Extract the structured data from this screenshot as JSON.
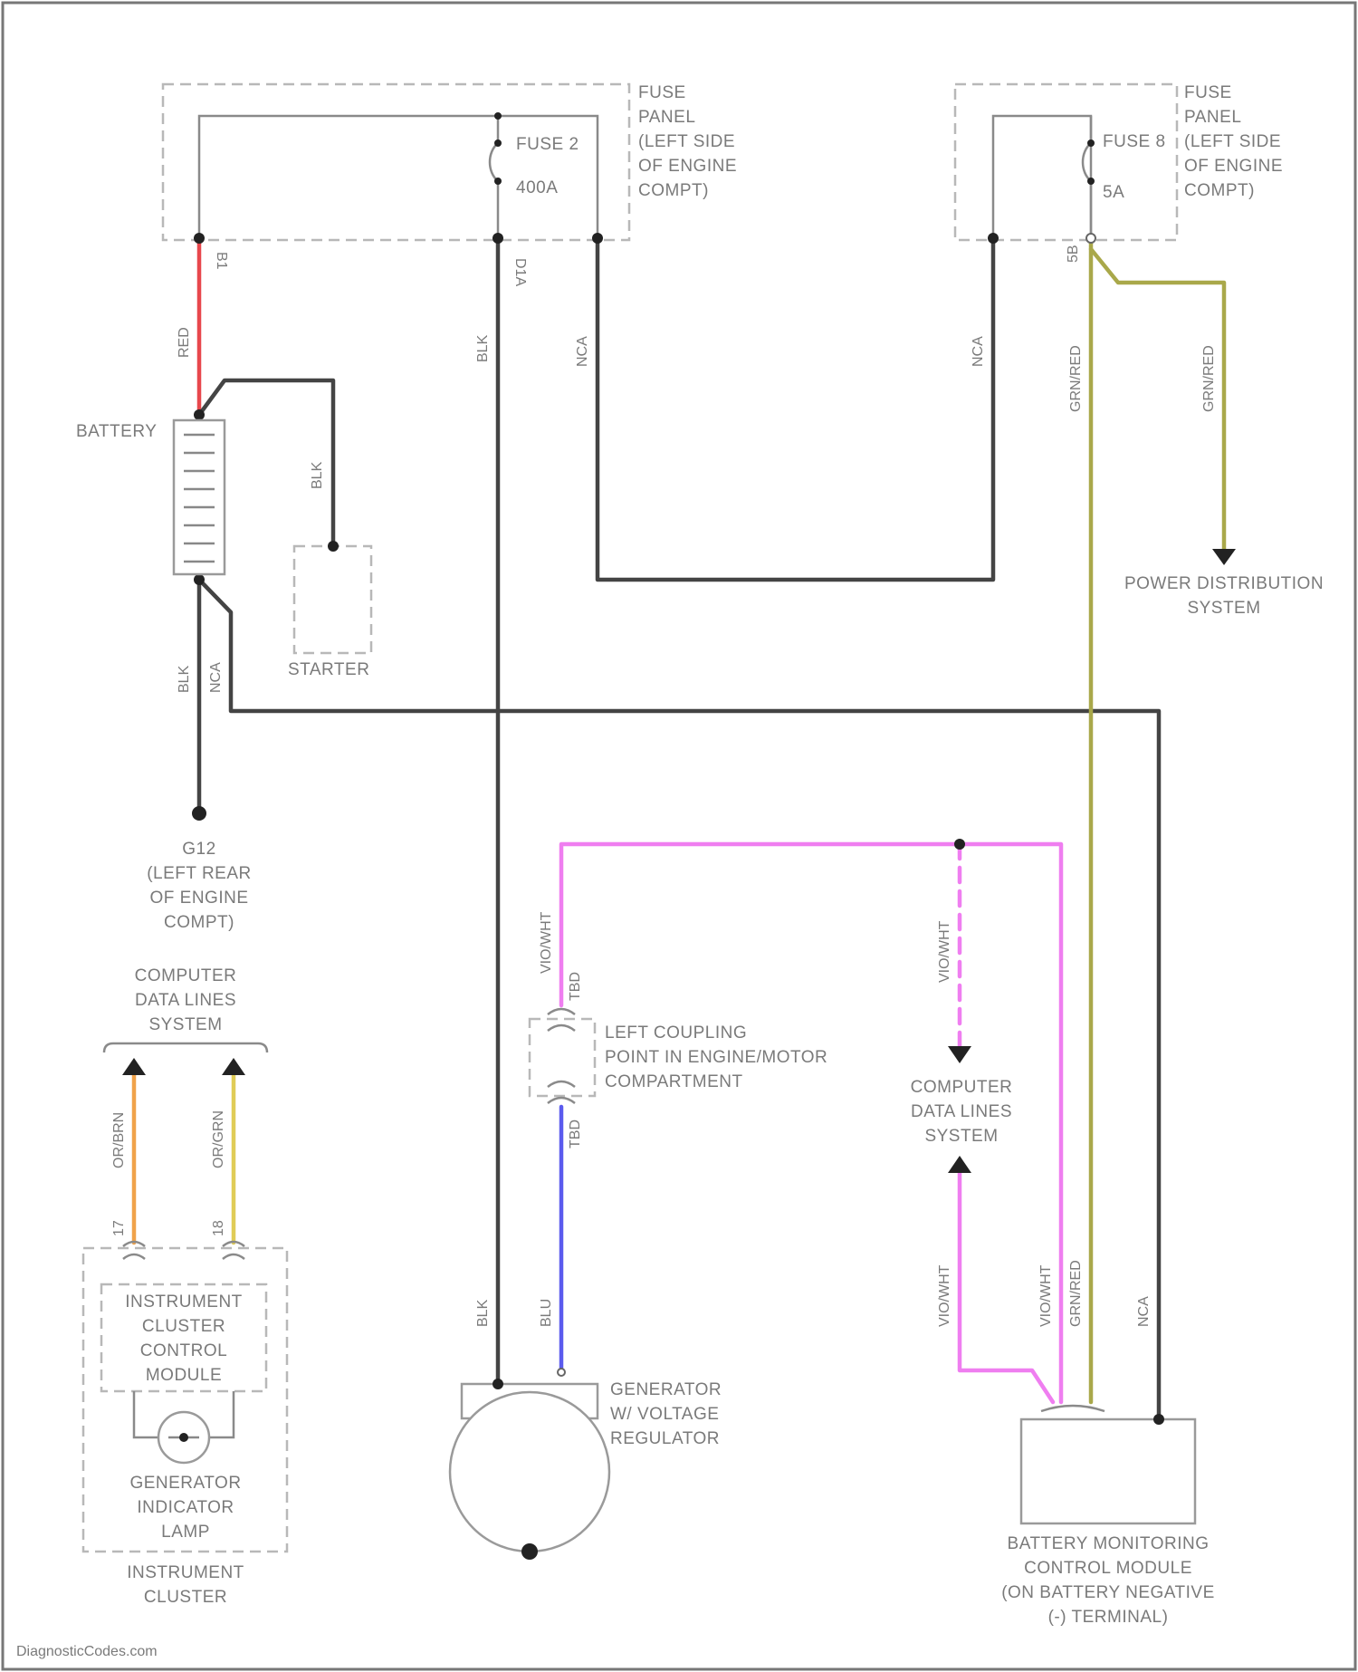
{
  "colors": {
    "wire_gray": "#444444",
    "wire_red": "#e8474c",
    "wire_olive": "#a9a84a",
    "wire_violet": "#ef7ef0",
    "wire_blue": "#5b5bee",
    "wire_orange": "#f0a24a",
    "wire_yellow": "#e0cc57",
    "dashed_box": "#b8b8b8",
    "text": "#7a7a7a"
  },
  "fuse_panel_left": {
    "label": [
      "FUSE",
      "PANEL",
      "(LEFT SIDE",
      "OF ENGINE",
      "COMPT)"
    ],
    "fuse_name": "FUSE 2",
    "fuse_rating": "400A",
    "pin_left": "B1",
    "pin_right": "D1A"
  },
  "fuse_panel_right": {
    "label": [
      "FUSE",
      "PANEL",
      "(LEFT SIDE",
      "OF ENGINE",
      "COMPT)"
    ],
    "fuse_name": "FUSE 8",
    "fuse_rating": "5A",
    "pin": "5B"
  },
  "components": {
    "battery": "BATTERY",
    "starter": "STARTER",
    "ground": [
      "G12",
      "(LEFT REAR",
      "OF ENGINE",
      "COMPT)"
    ],
    "power_distribution": [
      "POWER DISTRIBUTION",
      "SYSTEM"
    ],
    "data_lines_left": [
      "COMPUTER",
      "DATA LINES",
      "SYSTEM"
    ],
    "data_lines_right": [
      "COMPUTER",
      "DATA LINES",
      "SYSTEM"
    ],
    "coupling_point": [
      "LEFT COUPLING",
      "POINT IN ENGINE/MOTOR",
      "COMPARTMENT"
    ],
    "cluster_module": [
      "INSTRUMENT",
      "CLUSTER",
      "CONTROL",
      "MODULE"
    ],
    "indicator_lamp": [
      "GENERATOR",
      "INDICATOR",
      "LAMP"
    ],
    "cluster": [
      "INSTRUMENT",
      "CLUSTER"
    ],
    "generator": [
      "GENERATOR",
      "W/ VOLTAGE",
      "REGULATOR"
    ],
    "bmcm": [
      "BATTERY MONITORING",
      "CONTROL MODULE",
      "(ON BATTERY NEGATIVE",
      "(-) TERMINAL)"
    ]
  },
  "wire_labels": {
    "red": "RED",
    "blk_starter": "BLK",
    "blk_gen": "BLK",
    "nca_fuse": "NCA",
    "nca_right": "NCA",
    "blk_ground": "BLK",
    "nca_battery": "NCA",
    "grnred_1": "GRN/RED",
    "grnred_2": "GRN/RED",
    "vio_top": "VIO/WHT",
    "vio_mid": "VIO/WHT",
    "vio_lower": "VIO/WHT",
    "vio_bmcm": "VIO/WHT",
    "grnred_bmcm": "GRN/RED",
    "nca_bmcm": "NCA",
    "or_brn": "OR/BRN",
    "or_grn": "OR/GRN",
    "blu": "BLU",
    "blk_gen_lower": "BLK"
  },
  "pin_labels": {
    "pin_17": "17",
    "pin_18": "18",
    "pin_tbd_top": "TBD",
    "pin_tbd_bottom": "TBD"
  },
  "watermark": "DiagnosticCodes.com"
}
